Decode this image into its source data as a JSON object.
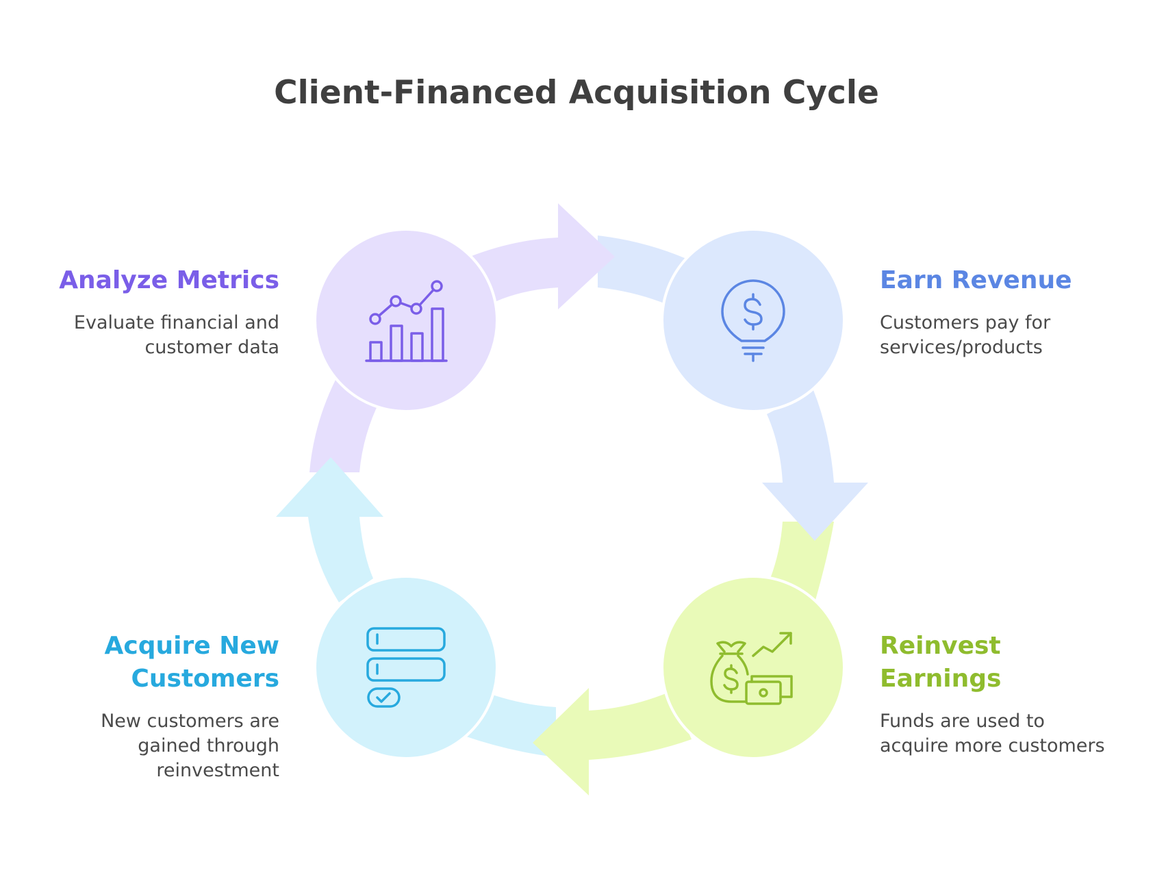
{
  "title": "Client-Financed Acquisition Cycle",
  "colors": {
    "analyze": "#7a5ee8",
    "analyze_fill": "#e6dffd",
    "earn": "#5b86e3",
    "earn_fill": "#dce8fd",
    "reinvest": "#8fbc2e",
    "reinvest_fill": "#e9fab8",
    "acquire": "#27a9de",
    "acquire_fill": "#d2f2fc"
  },
  "steps": {
    "analyze": {
      "title": "Analyze Metrics",
      "description_lines": [
        "Evaluate financial and",
        "customer data"
      ],
      "icon": "chart-icon"
    },
    "earn": {
      "title": "Earn Revenue",
      "description_lines": [
        "Customers pay for",
        "services/products"
      ],
      "icon": "dollar-lightbulb-icon"
    },
    "reinvest": {
      "title_lines": [
        "Reinvest",
        "Earnings"
      ],
      "description_lines": [
        "Funds are used to",
        "acquire more customers"
      ],
      "icon": "money-bag-growth-icon"
    },
    "acquire": {
      "title_lines": [
        "Acquire New",
        "Customers"
      ],
      "description_lines": [
        "New customers are",
        "gained through",
        "reinvestment"
      ],
      "icon": "form-checklist-icon"
    }
  }
}
